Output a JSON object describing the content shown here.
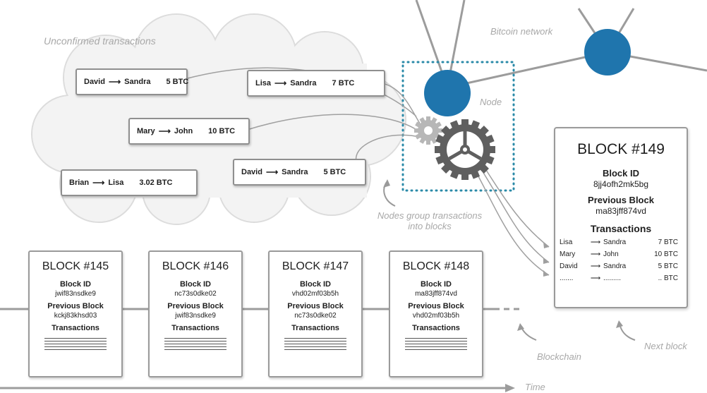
{
  "annotations": {
    "unconfirmed": "Unconfirmed transactions",
    "network": "Bitcoin network",
    "node": "Node",
    "group_line1": "Nodes group transactions",
    "group_line2": "into blocks",
    "blockchain": "Blockchain",
    "next_block": "Next block",
    "time": "Time"
  },
  "transactions": [
    {
      "from": "David",
      "to": "Sandra",
      "amount": "5 BTC"
    },
    {
      "from": "Lisa",
      "to": "Sandra",
      "amount": "7 BTC"
    },
    {
      "from": "Mary",
      "to": "John",
      "amount": "10 BTC"
    },
    {
      "from": "David",
      "to": "Sandra",
      "amount": "5 BTC"
    },
    {
      "from": "Brian",
      "to": "Lisa",
      "amount": "3.02 BTC"
    }
  ],
  "arrow_glyph": "⟶",
  "labels": {
    "block_id": "Block ID",
    "previous_block": "Previous Block",
    "transactions": "Transactions"
  },
  "blocks": [
    {
      "title": "BLOCK #145",
      "id": "jwif83nsdke9",
      "prev": "kckj83khsd03"
    },
    {
      "title": "BLOCK #146",
      "id": "nc73s0dke02",
      "prev": "jwif83nsdke9"
    },
    {
      "title": "BLOCK #147",
      "id": "vhd02mf03b5h",
      "prev": "nc73s0dke02"
    },
    {
      "title": "BLOCK #148",
      "id": "ma83jff874vd",
      "prev": "vhd02mf03b5h"
    }
  ],
  "next_block": {
    "title": "BLOCK #149",
    "id": "8jj4ofh2mk5bg",
    "prev": "ma83jff874vd",
    "rows": [
      {
        "from": "Lisa",
        "arrow": "⟶",
        "to": "Sandra",
        "amount": "7 BTC"
      },
      {
        "from": "Mary",
        "arrow": "⟶",
        "to": "John",
        "amount": "10 BTC"
      },
      {
        "from": "David",
        "arrow": "⟶",
        "to": "Sandra",
        "amount": "5 BTC"
      },
      {
        "from": ".......",
        "arrow": "⟶",
        "to": ".........",
        "amount": ".. BTC"
      }
    ]
  },
  "colors": {
    "node": "#1f75ad",
    "dots": "#2a8aa8",
    "gray_text": "#a8a8a8",
    "line": "#9c9c9c"
  },
  "icons": [
    "gear-icon",
    "node-icon",
    "arrow-right-icon"
  ]
}
